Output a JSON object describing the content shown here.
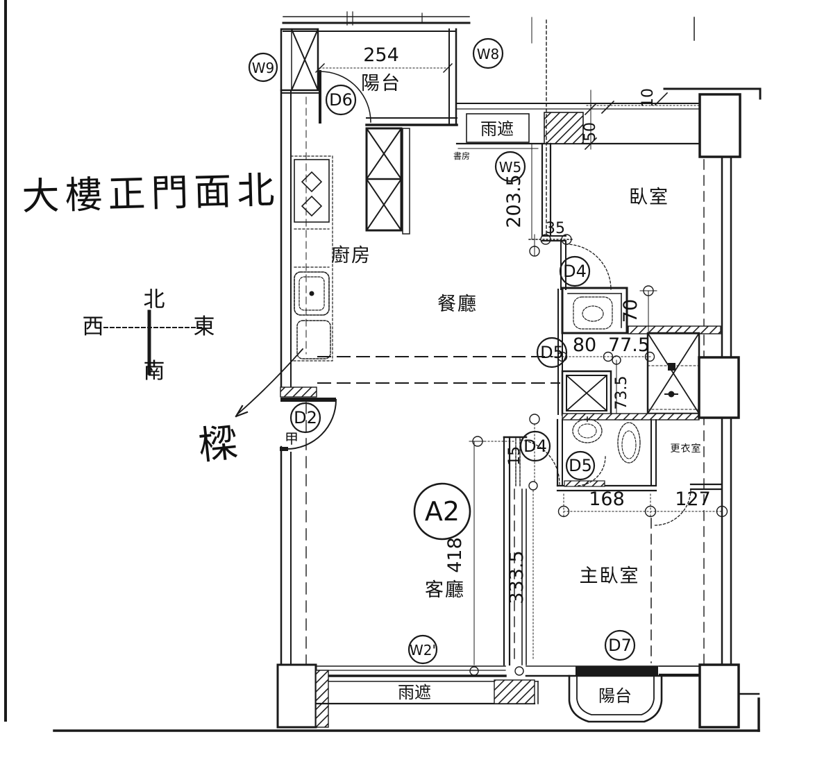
{
  "plan": {
    "unit_label": "A2",
    "handwritten_note": "大樓正門面北",
    "beam_note": "樑",
    "door_grade_label": "甲"
  },
  "compass": {
    "north": "北",
    "south": "南",
    "east": "東",
    "west": "西"
  },
  "rooms": {
    "balcony_top": "陽台",
    "kitchen": "廚房",
    "dining": "餐廳",
    "study": "書房",
    "bedroom": "臥室",
    "living": "客廳",
    "master_bedroom": "主臥室",
    "dressing_room": "更衣室",
    "balcony_bottom": "陽台"
  },
  "canopy": {
    "top": "雨遮",
    "bottom": "雨遮"
  },
  "doors": {
    "d6": "D6",
    "d2": "D2",
    "d4_bedroom": "D4",
    "d5_bath": "D5",
    "d4_hall": "D4",
    "d5_master_bath": "D5",
    "d7": "D7"
  },
  "windows": {
    "w9": "W9",
    "w8": "W8",
    "w5": "W5",
    "w2": "W2'"
  },
  "dimensions": {
    "balcony_width": "254",
    "dining_depth": "203.5",
    "window_offset": "35",
    "canopy_depth": "50",
    "canopy_offset": "10",
    "wc_depth": "70",
    "wc_width": "80",
    "shower_width": "77.5",
    "laundry_depth": "73.5",
    "door_offset": "15",
    "bath_width": "168",
    "dressing_entry_width": "127",
    "living_length": "418",
    "master_depth": "333.5"
  }
}
